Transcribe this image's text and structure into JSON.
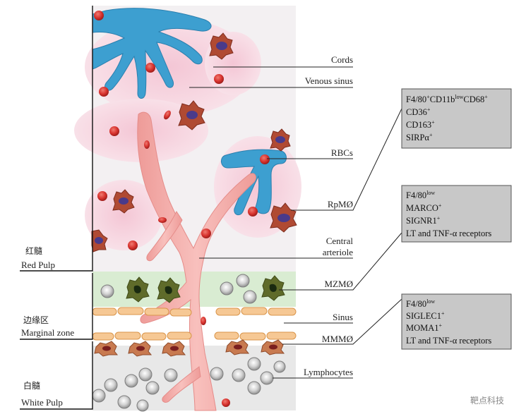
{
  "regions": {
    "red_pulp": {
      "cn": "红髓",
      "en": "Red Pulp"
    },
    "marginal_zone": {
      "cn": "边缘区",
      "en": "Marginal zone"
    },
    "white_pulp": {
      "cn": "白髓",
      "en": "White Pulp"
    }
  },
  "labels": {
    "cords": "Cords",
    "venous_sinus": "Venous sinus",
    "rbcs": "RBCs",
    "rpm": "RpMØ",
    "central_arteriole_1": "Central",
    "central_arteriole_2": "arteriole",
    "mzm": "MZMØ",
    "sinus": "Sinus",
    "mmm": "MMMØ",
    "lymphocytes": "Lymphocytes"
  },
  "boxes": {
    "rpm_markers": {
      "line1": {
        "a": "F4/80",
        "a_sup": "+",
        "b": "CD11b",
        "b_sup": "low",
        "c": "CD68",
        "c_sup": "+"
      },
      "line2": {
        "a": "CD36",
        "a_sup": "+"
      },
      "line3": {
        "a": "CD163",
        "a_sup": "+"
      },
      "line4": {
        "a": "SIRPα",
        "a_sup": "+"
      }
    },
    "mzm_markers": {
      "line1": {
        "a": "F4/80",
        "a_sup": "low"
      },
      "line2": {
        "a": "MARCO",
        "a_sup": "+"
      },
      "line3": {
        "a": "SIGNR1",
        "a_sup": "+"
      },
      "line4": "LT and TNF-α receptors"
    },
    "mmm_markers": {
      "line1": {
        "a": "F4/80",
        "a_sup": "low"
      },
      "line2": {
        "a": "SIGLEC1",
        "a_sup": "+"
      },
      "line3": {
        "a": "MOMA1",
        "a_sup": "+"
      },
      "line4": "LT and TNF-α receptors"
    }
  },
  "watermark": "靶点科技",
  "colors": {
    "venous_sinus_blue": "#3d9fd0",
    "cord_pink": "#f6d3df",
    "arteriole_pink": "#f4a8a6",
    "rbc_red": "#d8332f",
    "macrophage_brown": "#b04a33",
    "marginal_green": "#d9ecd2",
    "sinus_orange": "#f6c894",
    "white_pulp_gray": "#e8e8e8",
    "box_gray": "#c8c8c8"
  }
}
